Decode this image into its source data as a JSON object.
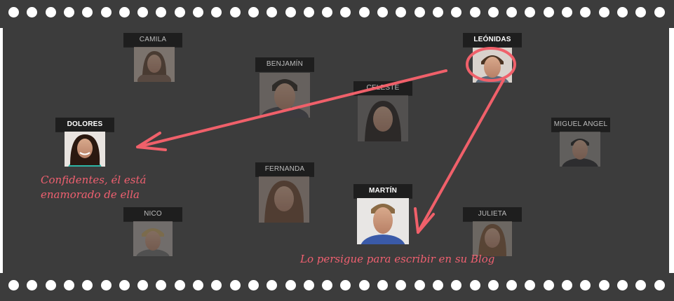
{
  "colors": {
    "accent": "#f0606a",
    "board": "#3c3c3c",
    "tag_bg": "#1e1e1e"
  },
  "characters": {
    "camila": "CAMILA",
    "benjamin": "BENJAMÍN",
    "celeste": "CELESTE",
    "leonidas": "LEÓNIDAS",
    "dolores": "DOLORES",
    "miguel_angel": "MIGUEL ANGEL",
    "fernanda": "FERNANDA",
    "martin": "MARTÍN",
    "nico": "NICO",
    "julieta": "JULIETA"
  },
  "relations": [
    {
      "from": "LEÓNIDAS",
      "to": "DOLORES",
      "note_lines": [
        "Confidentes, él está",
        "enamorado de ella"
      ]
    },
    {
      "from": "LEÓNIDAS",
      "to": "MARTÍN",
      "note_lines": [
        "Lo persigue para escribir en su Blog"
      ]
    }
  ]
}
